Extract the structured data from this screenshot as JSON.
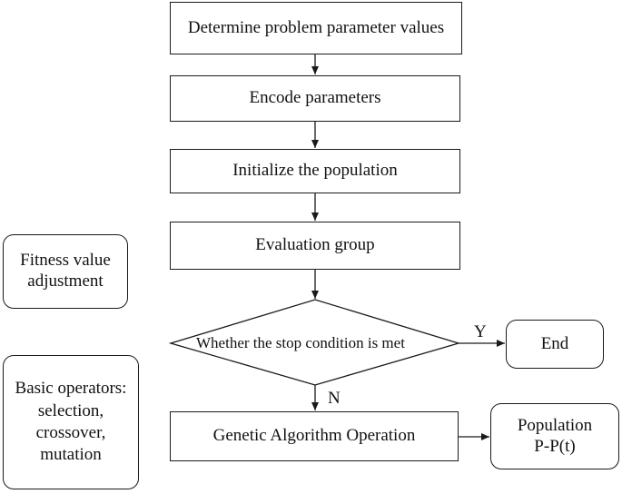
{
  "steps": {
    "determine": "Determine problem parameter values",
    "encode": "Encode parameters",
    "initialize": "Initialize the population",
    "evaluate": "Evaluation group",
    "decision": "Whether the stop condition is met",
    "ga_operation": "Genetic Algorithm Operation",
    "end": "End"
  },
  "population": {
    "line1": "Population",
    "line2": "P-P(t)"
  },
  "side_notes": {
    "fitness_line1": "Fitness value",
    "fitness_line2": "adjustment",
    "operators_line1": "Basic operators:",
    "operators_line2": "selection,",
    "operators_line3": "crossover,",
    "operators_line4": "mutation"
  },
  "edge_labels": {
    "yes": "Y",
    "no": "N"
  }
}
